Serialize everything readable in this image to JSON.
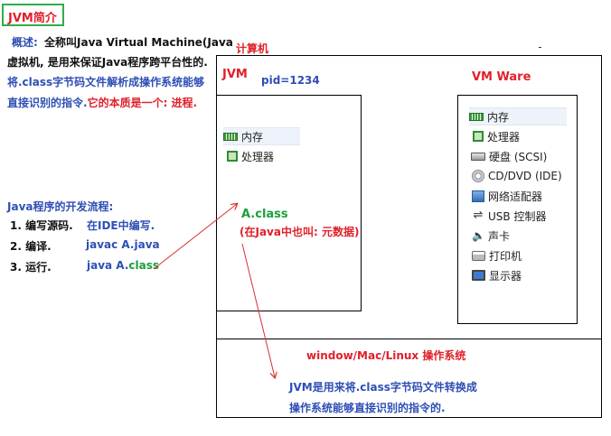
{
  "title": "JVM简介",
  "overview": {
    "label": "概述:",
    "line1": "全称叫Java Virtual Machine(Java",
    "line2": "虚拟机, 是用来保证Java程序跨平台性的.",
    "line3": "将.class字节码文件解析成操作系统能够",
    "line4_part1": "直接识别的指令.",
    "line4_part2": "它的本质是一个: 进程."
  },
  "computer_label": "计算机",
  "jvm": {
    "label": "JVM",
    "pid": "pid=1234",
    "items": [
      "内存",
      "处理器"
    ],
    "class_label": "A.class",
    "metadata_note": "(在Java中也叫: 元数据)"
  },
  "vmware": {
    "label": "VM Ware",
    "items": [
      "内存",
      "处理器",
      "硬盘 (SCSI)",
      "CD/DVD (IDE)",
      "网络适配器",
      "USB 控制器",
      "声卡",
      "打印机",
      "显示器"
    ]
  },
  "dev_flow": {
    "title": "Java程序的开发流程:",
    "steps": [
      {
        "label": "1. 编写源码.",
        "detail": "在IDE中编写."
      },
      {
        "label": "2. 编译.",
        "detail": "javac A.java"
      },
      {
        "label": "3. 运行.",
        "detail_prefix": "java A.",
        "detail_suffix": "class"
      }
    ]
  },
  "os_label": "window/Mac/Linux 操作系统",
  "jvm_note": {
    "line1": "JVM是用来将.class字节码文件转换成",
    "line2": "操作系统能够直接识别的指令的."
  },
  "colors": {
    "red": "#e0202a",
    "blue": "#2e4fb5",
    "green": "#1aa03c",
    "dark": "#111111"
  }
}
